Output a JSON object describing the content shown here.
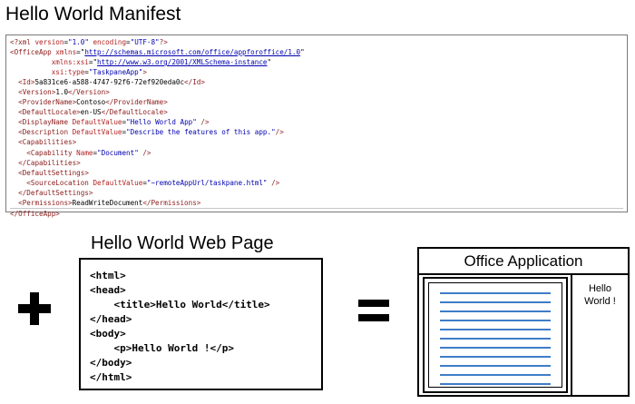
{
  "manifest": {
    "title": "Hello World Manifest",
    "lines": [
      [
        "<?xml version=\"1.0\" encoding=\"UTF-8\"?>"
      ],
      [
        "<OfficeApp xmlns=\"http://schemas.microsoft.com/office/appforoffice/1.0\""
      ],
      [
        "          xmlns:xsi=\"http://www.w3.org/2001/XMLSchema-instance\""
      ],
      [
        "          xsi:type=\"TaskpaneApp\">"
      ],
      [
        "  <Id>5a831ce6-a588-4747-92f6-72ef920eda0c</Id>"
      ],
      [
        "  <Version>1.0</Version>"
      ],
      [
        "  <ProviderName>Contoso</ProviderName>"
      ],
      [
        "  <DefaultLocale>en-US</DefaultLocale>"
      ],
      [
        "  <DisplayName DefaultValue=\"Hello World App\" />"
      ],
      [
        "  <Description DefaultValue=\"Describe the features of this app.\"/>"
      ],
      [
        "  <Capabilities>"
      ],
      [
        "    <Capability Name=\"Document\" />"
      ],
      [
        "  </Capabilities>"
      ],
      [
        "  <DefaultSettings>"
      ],
      [
        "    <SourceLocation DefaultValue=\"~remoteAppUrl/taskpane.html\" />"
      ],
      [
        "  </DefaultSettings>"
      ],
      [
        "  <Permissions>ReadWriteDocument</Permissions>"
      ],
      [
        "</OfficeApp>"
      ]
    ]
  },
  "plus_symbol": "+",
  "equals_symbol": "=",
  "webpage": {
    "title": "Hello World Web Page",
    "lines": [
      "<html>",
      "<head>",
      "    <title>Hello World</title>",
      "</head>",
      "<body>",
      "    <p>Hello World !</p>",
      "</body>",
      "</html>"
    ]
  },
  "office": {
    "title": "Office Application",
    "taskpane_line1": "Hello",
    "taskpane_line2": "World !",
    "doc_line_count": 11,
    "doc_line_color": "#3e7dc8"
  }
}
